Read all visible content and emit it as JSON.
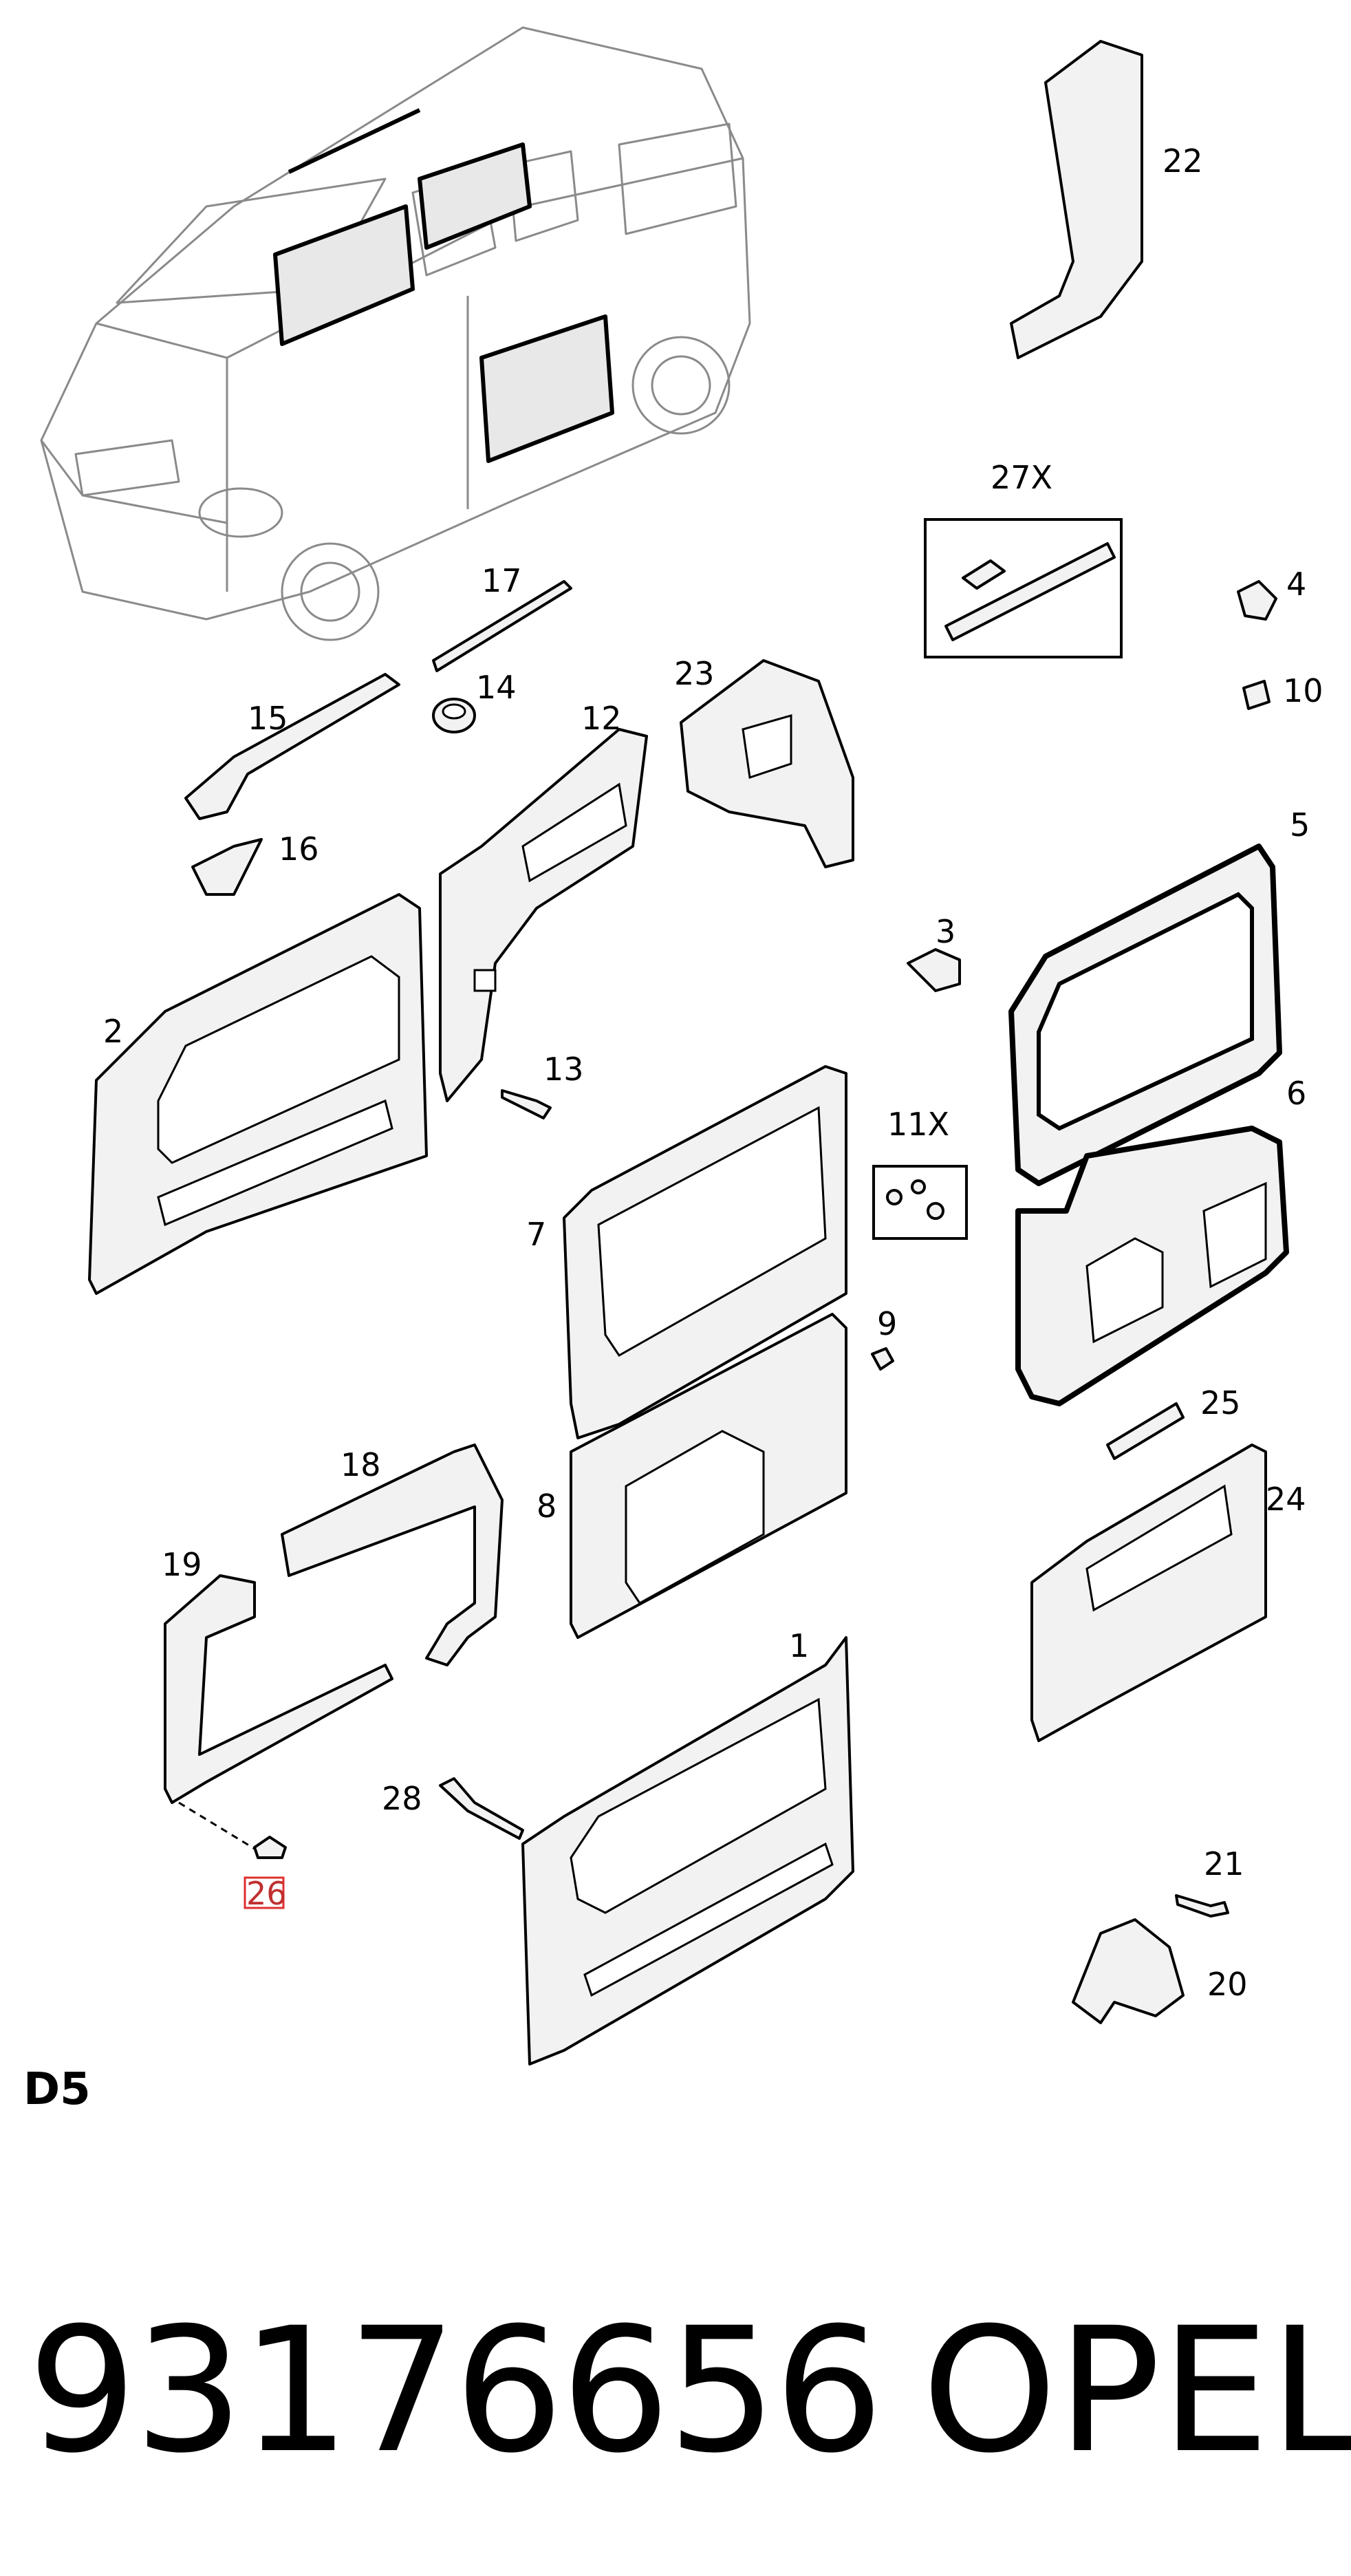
{
  "callouts": {
    "c1": "1",
    "c2": "2",
    "c3": "3",
    "c4": "4",
    "c5": "5",
    "c6": "6",
    "c7": "7",
    "c8": "8",
    "c9": "9",
    "c10": "10",
    "c11x": "11X",
    "c12": "12",
    "c13": "13",
    "c14": "14",
    "c15": "15",
    "c16": "16",
    "c17": "17",
    "c18": "18",
    "c19": "19",
    "c20": "20",
    "c21": "21",
    "c22": "22",
    "c23": "23",
    "c24": "24",
    "c25": "25",
    "c26": "26",
    "c27x": "27X",
    "c28": "28"
  },
  "highlighted_callout": "26",
  "highlight_color": "#e03030",
  "diagram_code": "D5",
  "part_number": "93176656",
  "brand": "OPEL"
}
